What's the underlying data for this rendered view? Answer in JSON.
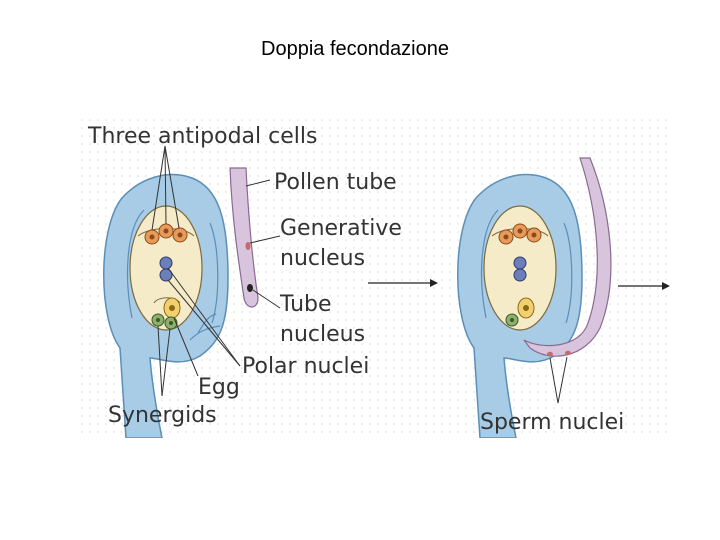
{
  "title": "Doppia fecondazione",
  "labels": {
    "three_antipodal_cells": "Three antipodal cells",
    "pollen_tube": "Pollen tube",
    "generative_nucleus": "Generative\nnucleus",
    "tube_nucleus": "Tube\nnucleus",
    "polar_nuclei": "Polar nuclei",
    "egg": "Egg",
    "synergids": "Synergids",
    "sperm_nuclei": "Sperm nuclei"
  },
  "colors": {
    "integument": "#a8cbe6",
    "integument_edge": "#5a8fb8",
    "embryo_sac": "#f5ebc8",
    "pollen_tube": "#d9c4de",
    "antipodal": "#e89a5a",
    "polar_nuclei": "#6d7fb8",
    "egg": "#f0d070",
    "synergid": "#8db070",
    "sperm": "#c46a6a",
    "grid_dots": "#dddddd"
  }
}
